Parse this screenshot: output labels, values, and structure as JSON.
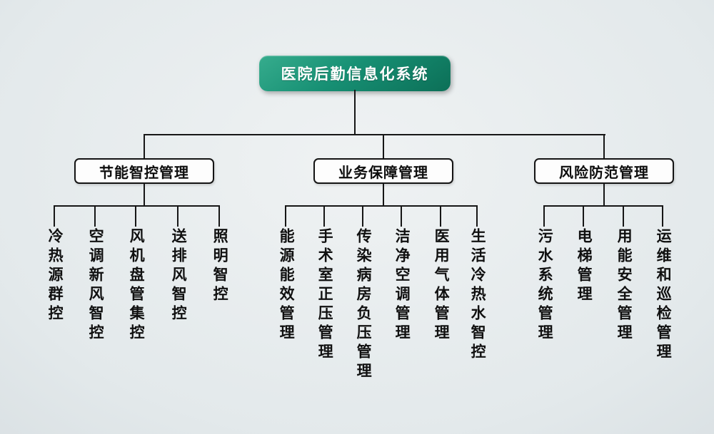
{
  "root": {
    "label": "医院后勤信息化系统"
  },
  "groups": [
    {
      "label": "节能智控管理",
      "children": [
        "冷热源群控",
        "空调新风智控",
        "风机盘管集控",
        "送排风智控",
        "照明智控"
      ]
    },
    {
      "label": "业务保障管理",
      "children": [
        "能源能效管理",
        "手术室正压管理",
        "传染病房负压管理",
        "洁净空调管理",
        "医用气体管理",
        "生活冷热水智控"
      ]
    },
    {
      "label": "风险防范管理",
      "children": [
        "污水系统管理",
        "电梯管理",
        "用能安全管理",
        "运维和巡检管理"
      ]
    }
  ],
  "colors": {
    "root_bg": "#179074",
    "line": "#161616",
    "box_border": "#141414",
    "box_bg": "#fdfdfd"
  }
}
